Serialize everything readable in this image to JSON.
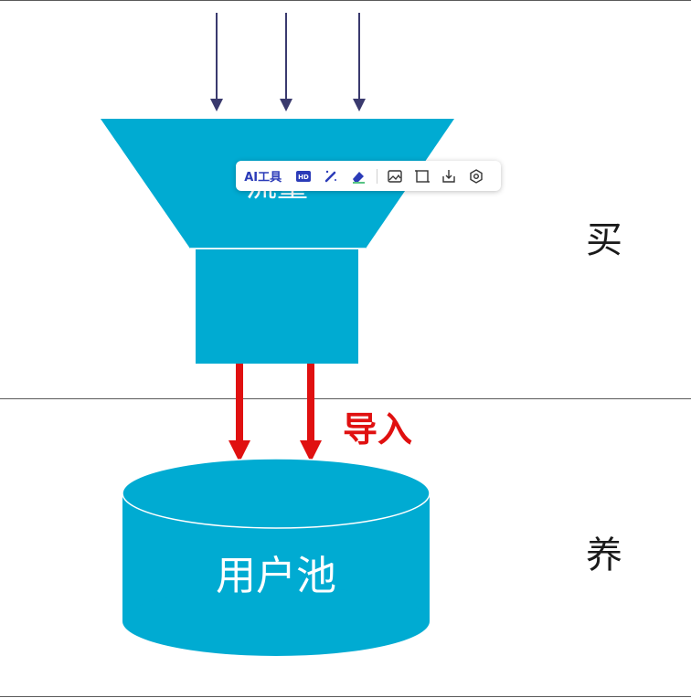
{
  "labels": {
    "buy": "买",
    "raise": "养",
    "funnel": "流量",
    "import": "导入",
    "pool": "用户池"
  },
  "toolbar": {
    "ai_tools_label": "AI工具",
    "icons": [
      "hd-icon",
      "magic-wand-icon",
      "eraser-icon",
      "image-edit-icon",
      "crop-icon",
      "download-icon",
      "settings-icon"
    ]
  },
  "colors": {
    "funnel": "#00abd2",
    "import_arrow": "#e01010",
    "input_arrow": "#3a3a6e",
    "label_text": "#1a1a1a"
  }
}
